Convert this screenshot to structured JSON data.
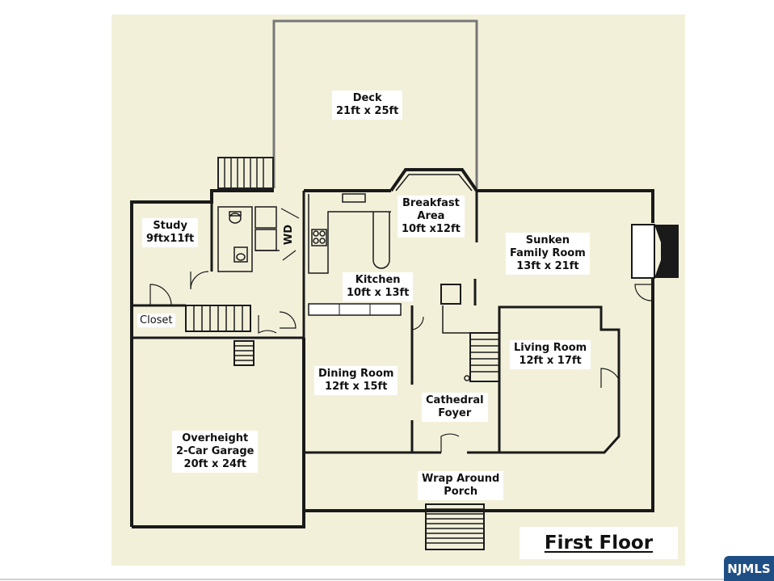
{
  "plan": {
    "title": "First Floor",
    "rooms": {
      "deck": [
        "Deck",
        "21ft x 25ft"
      ],
      "breakfast": [
        "Breakfast",
        "Area",
        "10ft x12ft"
      ],
      "study": [
        "Study",
        "9ftx11ft"
      ],
      "sunken": [
        "Sunken",
        "Family Room",
        "13ft x 21ft"
      ],
      "kitchen": [
        "Kitchen",
        "10ft x 13ft"
      ],
      "living": [
        "Living Room",
        "12ft x 17ft"
      ],
      "dining": [
        "Dining Room",
        "12ft x 15ft"
      ],
      "foyer": [
        "Cathedral",
        "Foyer"
      ],
      "garage": [
        "Overheight",
        "2-Car Garage",
        "20ft x 24ft"
      ],
      "porch": [
        "Wrap Around",
        "Porch"
      ]
    },
    "closet": "Closet",
    "wd": "WD"
  },
  "logo": "NJMLS",
  "colors": {
    "paper": "#f3f0da",
    "wall": "#1a1a1a",
    "deck_line": "#777777",
    "logo_bg": "#1f4e85"
  }
}
